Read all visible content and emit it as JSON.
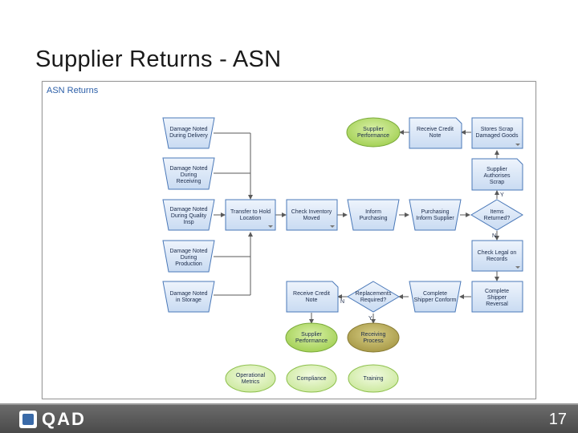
{
  "slide": {
    "title": "Supplier Returns - ASN",
    "page_number": "17"
  },
  "brand": {
    "logo_text": "QAD"
  },
  "diagram": {
    "title": "ASN Returns",
    "colors": {
      "process_fill": "#dce8f7",
      "process_stroke": "#4a78b8",
      "green_fill": "#b7df72",
      "olive_fill": "#b9ad5c"
    },
    "nodes": [
      {
        "id": "damage-delivery",
        "label": [
          "Damage Noted",
          "During Delivery"
        ],
        "shape": "trapezoid"
      },
      {
        "id": "damage-receiving",
        "label": [
          "Damage Noted",
          "During",
          "Receiving"
        ],
        "shape": "trapezoid"
      },
      {
        "id": "damage-quality",
        "label": [
          "Damage Noted",
          "During Quality",
          "Insp"
        ],
        "shape": "trapezoid"
      },
      {
        "id": "damage-production",
        "label": [
          "Damage Noted",
          "During",
          "Production"
        ],
        "shape": "trapezoid"
      },
      {
        "id": "damage-storage",
        "label": [
          "Damage Noted",
          "in Storage"
        ],
        "shape": "trapezoid"
      },
      {
        "id": "transfer-hold",
        "label": [
          "Transfer to Hold",
          "Location"
        ],
        "shape": "process"
      },
      {
        "id": "check-inventory",
        "label": [
          "Check Inventory",
          "Moved"
        ],
        "shape": "process"
      },
      {
        "id": "inform-purchasing",
        "label": [
          "Inform",
          "Purchasing"
        ],
        "shape": "trapezoid"
      },
      {
        "id": "purchasing-inform",
        "label": [
          "Purchasing",
          "Inform Supplier"
        ],
        "shape": "trapezoid"
      },
      {
        "id": "items-returned",
        "label": [
          "Items",
          "Returned?"
        ],
        "shape": "diamond"
      },
      {
        "id": "supplier-performance-top",
        "label": [
          "Supplier",
          "Performance"
        ],
        "shape": "ellipse"
      },
      {
        "id": "receive-credit-top",
        "label": [
          "Receive Credit",
          "Note"
        ],
        "shape": "document"
      },
      {
        "id": "stores-scrap",
        "label": [
          "Stores Scrap",
          "Damaged Goods"
        ],
        "shape": "process"
      },
      {
        "id": "supplier-authorises",
        "label": [
          "Supplier",
          "Authorises",
          "Scrap"
        ],
        "shape": "document"
      },
      {
        "id": "check-legal",
        "label": [
          "Check Legal on",
          "Records"
        ],
        "shape": "process"
      },
      {
        "id": "complete-reversal",
        "label": [
          "Complete",
          "Shipper",
          "Reversal"
        ],
        "shape": "process"
      },
      {
        "id": "complete-shipper",
        "label": [
          "Complete",
          "Shipper Conform"
        ],
        "shape": "trapezoid"
      },
      {
        "id": "replacements",
        "label": [
          "Replacements",
          "Required?"
        ],
        "shape": "diamond"
      },
      {
        "id": "receive-credit-bottom",
        "label": [
          "Receive Credit",
          "Note"
        ],
        "shape": "document"
      },
      {
        "id": "supplier-performance-bottom",
        "label": [
          "Supplier",
          "Performance"
        ],
        "shape": "ellipse"
      },
      {
        "id": "receiving-process",
        "label": [
          "Receiving",
          "Process"
        ],
        "shape": "ellipse"
      },
      {
        "id": "operational-metrics",
        "label": [
          "Operational",
          "Metrics"
        ],
        "shape": "ellipse"
      },
      {
        "id": "compliance",
        "label": [
          "Compliance"
        ],
        "shape": "ellipse"
      },
      {
        "id": "training",
        "label": [
          "Training"
        ],
        "shape": "ellipse"
      }
    ],
    "branch_labels": {
      "yes_upper": "Y",
      "yes_lower": "N",
      "no_right": "N",
      "yes_down": "Y"
    }
  }
}
